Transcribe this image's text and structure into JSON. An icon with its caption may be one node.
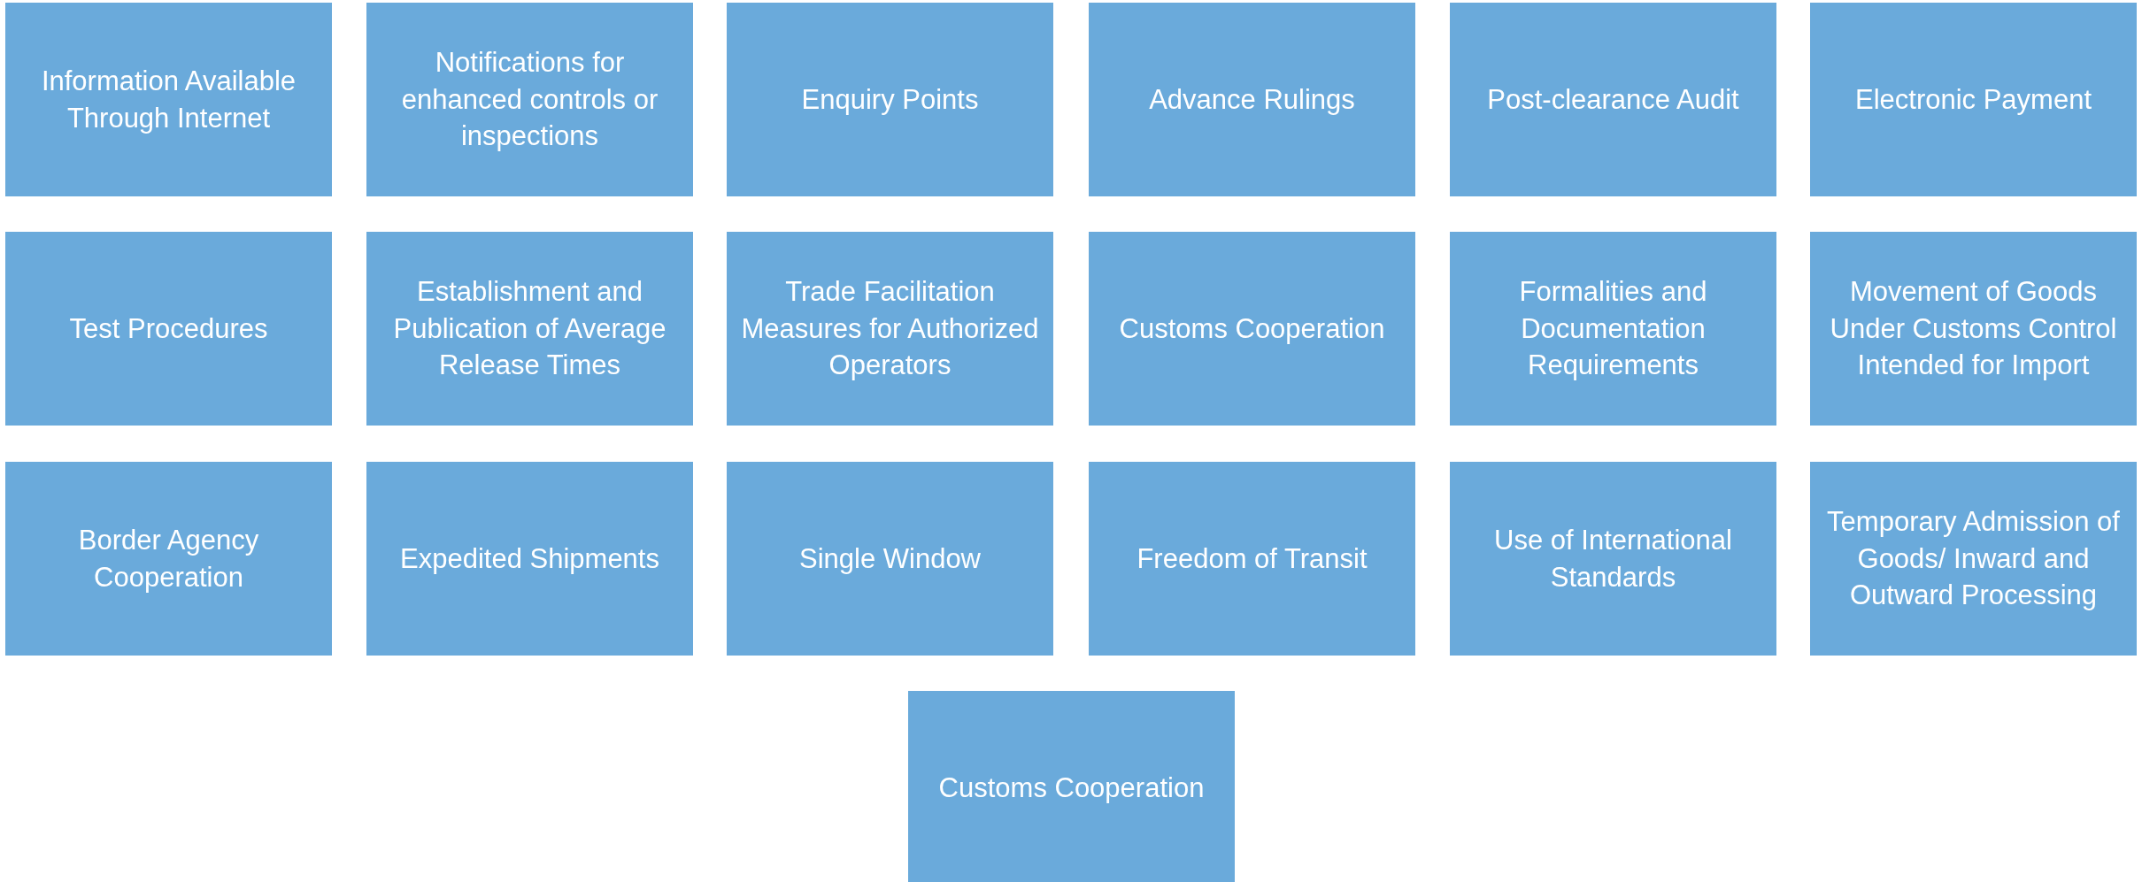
{
  "diagram": {
    "nodes": [
      {
        "text": [
          "Information Available Through Internet"
        ]
      },
      {
        "text": [
          "Notifications for enhanced controls or inspections"
        ]
      },
      {
        "text": [
          "Enquiry Points"
        ]
      },
      {
        "text": [
          "Advance Rulings"
        ]
      },
      {
        "text": [
          "Post-clearance Audit"
        ]
      },
      {
        "text": [
          "Electronic Payment"
        ]
      },
      {
        "text": [
          "Test Procedures"
        ]
      },
      {
        "text": [
          "Establishment and Publication of Average Release Times"
        ]
      },
      {
        "text": [
          "Trade Facilitation Measures for Authorized Operators"
        ]
      },
      {
        "text": [
          "Customs Cooperation"
        ]
      },
      {
        "text": [
          "Formalities and Documentation Requirements"
        ]
      },
      {
        "text": [
          "Movement of Goods Under Customs Control Intended for Import"
        ]
      },
      {
        "text": [
          "Border Agency Cooperation"
        ]
      },
      {
        "text": [
          "Expedited Shipments"
        ]
      },
      {
        "text": [
          "Single Window"
        ]
      },
      {
        "text": [
          "Freedom of Transit"
        ]
      },
      {
        "text": [
          "Use of International Standards"
        ]
      },
      {
        "text": [
          "Temporary Admission of Goods/ Inward and Outward Processing"
        ]
      },
      {
        "text": [
          "Customs Cooperation"
        ]
      }
    ]
  }
}
